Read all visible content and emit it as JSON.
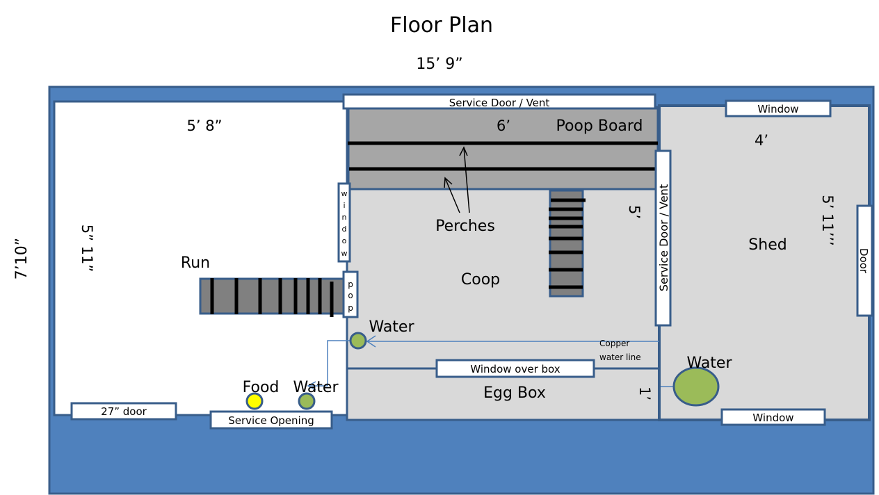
{
  "title": "Floor Plan",
  "overall_width": "15’ 9”",
  "overall_height": "7’10”",
  "run": {
    "label": "Run",
    "width": "5’ 8”",
    "height": "5” 11”",
    "door": "27” door",
    "service_opening": "Service Opening",
    "food": "Food",
    "water": "Water",
    "window_letters": [
      "w",
      "i",
      "n",
      "d",
      "o",
      "w"
    ],
    "pop_letters": [
      "p",
      "o",
      "p"
    ]
  },
  "coop": {
    "label": "Coop",
    "width": "6’",
    "height": "5’",
    "poop_board": "Poop Board",
    "perches": "Perches",
    "service_door_top": "Service Door / Vent",
    "service_door_side": "Service Door / Vent",
    "water": "Water",
    "copper_line": [
      "Copper",
      "water line"
    ],
    "window_over_box": "Window over box",
    "egg_box": "Egg Box",
    "egg_box_depth": "1’"
  },
  "shed": {
    "label": "Shed",
    "width": "4’",
    "height": "5’ 11’’’",
    "window_top": "Window",
    "window_bottom": "Window",
    "door": "Door",
    "water": "Water"
  },
  "colors": {
    "outer": "#4f81bd",
    "border": "#385d8a",
    "floor": "#d9d9d9",
    "board": "#a6a6a6",
    "ramp": "#808080",
    "water": "#9bbb59",
    "food": "#ffff00"
  }
}
